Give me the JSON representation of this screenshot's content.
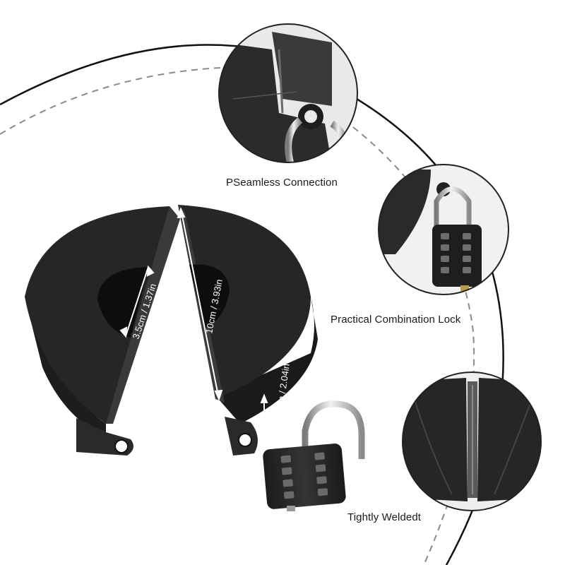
{
  "features": [
    {
      "caption": "PSeamless Connection"
    },
    {
      "caption": "Practical Combination Lock"
    },
    {
      "caption": "Tightly Weldedt"
    }
  ],
  "dimensions": {
    "inner_diameter": "3.5cm / 1.37in",
    "outer_diameter": "10cm / 3.93in",
    "height": "5.2 cm / 2.04in"
  },
  "colors": {
    "product": "#262626",
    "product_face": "#1f1f1f",
    "background": "#ffffff"
  },
  "icons": [
    "padlock-icon",
    "combination-keypad-icon",
    "weld-seam-icon"
  ]
}
